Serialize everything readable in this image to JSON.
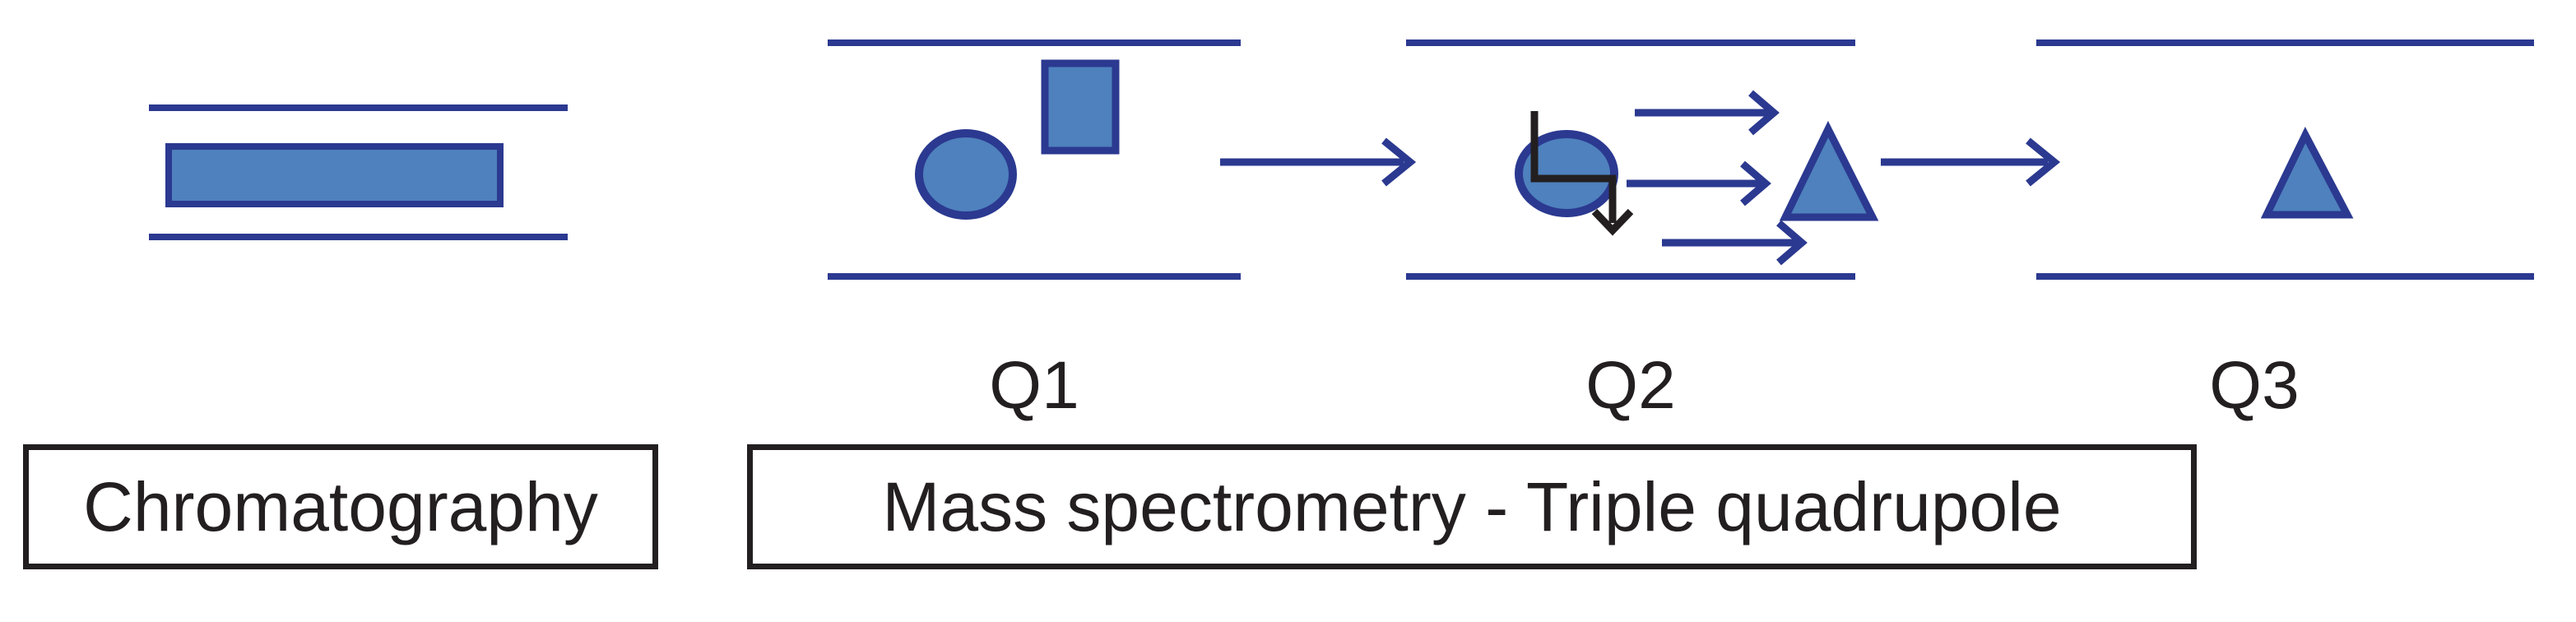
{
  "colors": {
    "line_blue": "#2B3990",
    "shape_blue": "#4E81BD",
    "ink": "#231F20",
    "background": "#FFFFFF"
  },
  "chromatography": {
    "box_label": "Chromatography"
  },
  "mass_spectrometry": {
    "box_label": "Mass spectrometry - Triple quadrupole",
    "quadrupoles": [
      {
        "label": "Q1"
      },
      {
        "label": "Q2"
      },
      {
        "label": "Q3"
      }
    ]
  }
}
